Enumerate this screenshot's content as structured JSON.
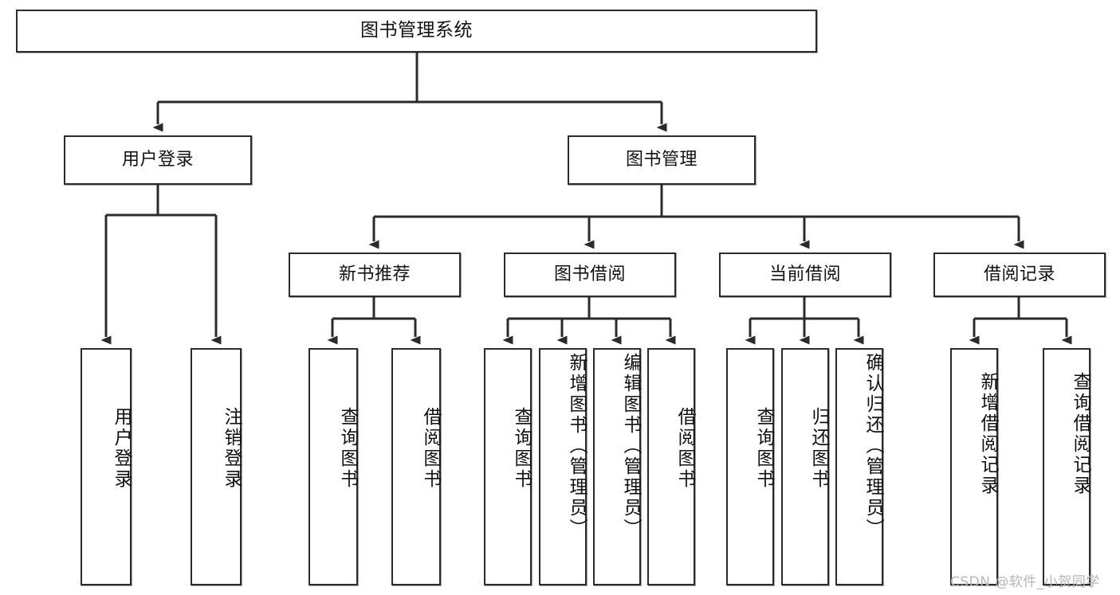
{
  "diagram": {
    "title": "图书管理系统",
    "type": "tree-hierarchy-diagram",
    "colors": {
      "box_border": "#2b2b2b",
      "box_fill": "#ffffff",
      "connector": "#2b2b2b",
      "text": "#111111",
      "watermark": "#b6b6b6",
      "background": "#ffffff"
    },
    "root": {
      "id": "root",
      "label": "图书管理系统",
      "orientation": "horizontal"
    },
    "level2": [
      {
        "id": "user-login",
        "label": "用户登录",
        "orientation": "horizontal"
      },
      {
        "id": "book-management",
        "label": "图书管理",
        "orientation": "horizontal"
      }
    ],
    "level3": [
      {
        "id": "new-book-recommend",
        "label": "新书推荐",
        "orientation": "horizontal",
        "parent": "book-management"
      },
      {
        "id": "book-borrow",
        "label": "图书借阅",
        "orientation": "horizontal",
        "parent": "book-management"
      },
      {
        "id": "current-borrow",
        "label": "当前借阅",
        "orientation": "horizontal",
        "parent": "book-management"
      },
      {
        "id": "borrow-record",
        "label": "借阅记录",
        "orientation": "horizontal",
        "parent": "book-management"
      }
    ],
    "leaves": [
      {
        "id": "leaf-user-login",
        "label": "用户登录",
        "parent": "user-login",
        "orientation": "vertical"
      },
      {
        "id": "leaf-user-logout",
        "label": "注销登录",
        "parent": "user-login",
        "orientation": "vertical"
      },
      {
        "id": "leaf-query-book-1",
        "label": "查询图书",
        "parent": "new-book-recommend",
        "orientation": "vertical"
      },
      {
        "id": "leaf-borrow-book-1",
        "label": "借阅图书",
        "parent": "new-book-recommend",
        "orientation": "vertical"
      },
      {
        "id": "leaf-query-book-2",
        "label": "查询图书",
        "parent": "book-borrow",
        "orientation": "vertical"
      },
      {
        "id": "leaf-add-book",
        "label": "新增图书（管理员）",
        "parent": "book-borrow",
        "orientation": "vertical"
      },
      {
        "id": "leaf-edit-book",
        "label": "编辑图书（管理员）",
        "parent": "book-borrow",
        "orientation": "vertical"
      },
      {
        "id": "leaf-borrow-book-2",
        "label": "借阅图书",
        "parent": "book-borrow",
        "orientation": "vertical"
      },
      {
        "id": "leaf-query-book-3",
        "label": "查询图书",
        "parent": "current-borrow",
        "orientation": "vertical"
      },
      {
        "id": "leaf-return-book",
        "label": "归还图书",
        "parent": "current-borrow",
        "orientation": "vertical"
      },
      {
        "id": "leaf-confirm-return",
        "label": "确认归还（管理员）",
        "parent": "current-borrow",
        "orientation": "vertical"
      },
      {
        "id": "leaf-add-record",
        "label": "新增借阅记录",
        "parent": "borrow-record",
        "orientation": "vertical"
      },
      {
        "id": "leaf-query-record",
        "label": "查询借阅记录",
        "parent": "borrow-record",
        "orientation": "vertical"
      }
    ],
    "watermark": "CSDN @软件_小贺同学"
  }
}
